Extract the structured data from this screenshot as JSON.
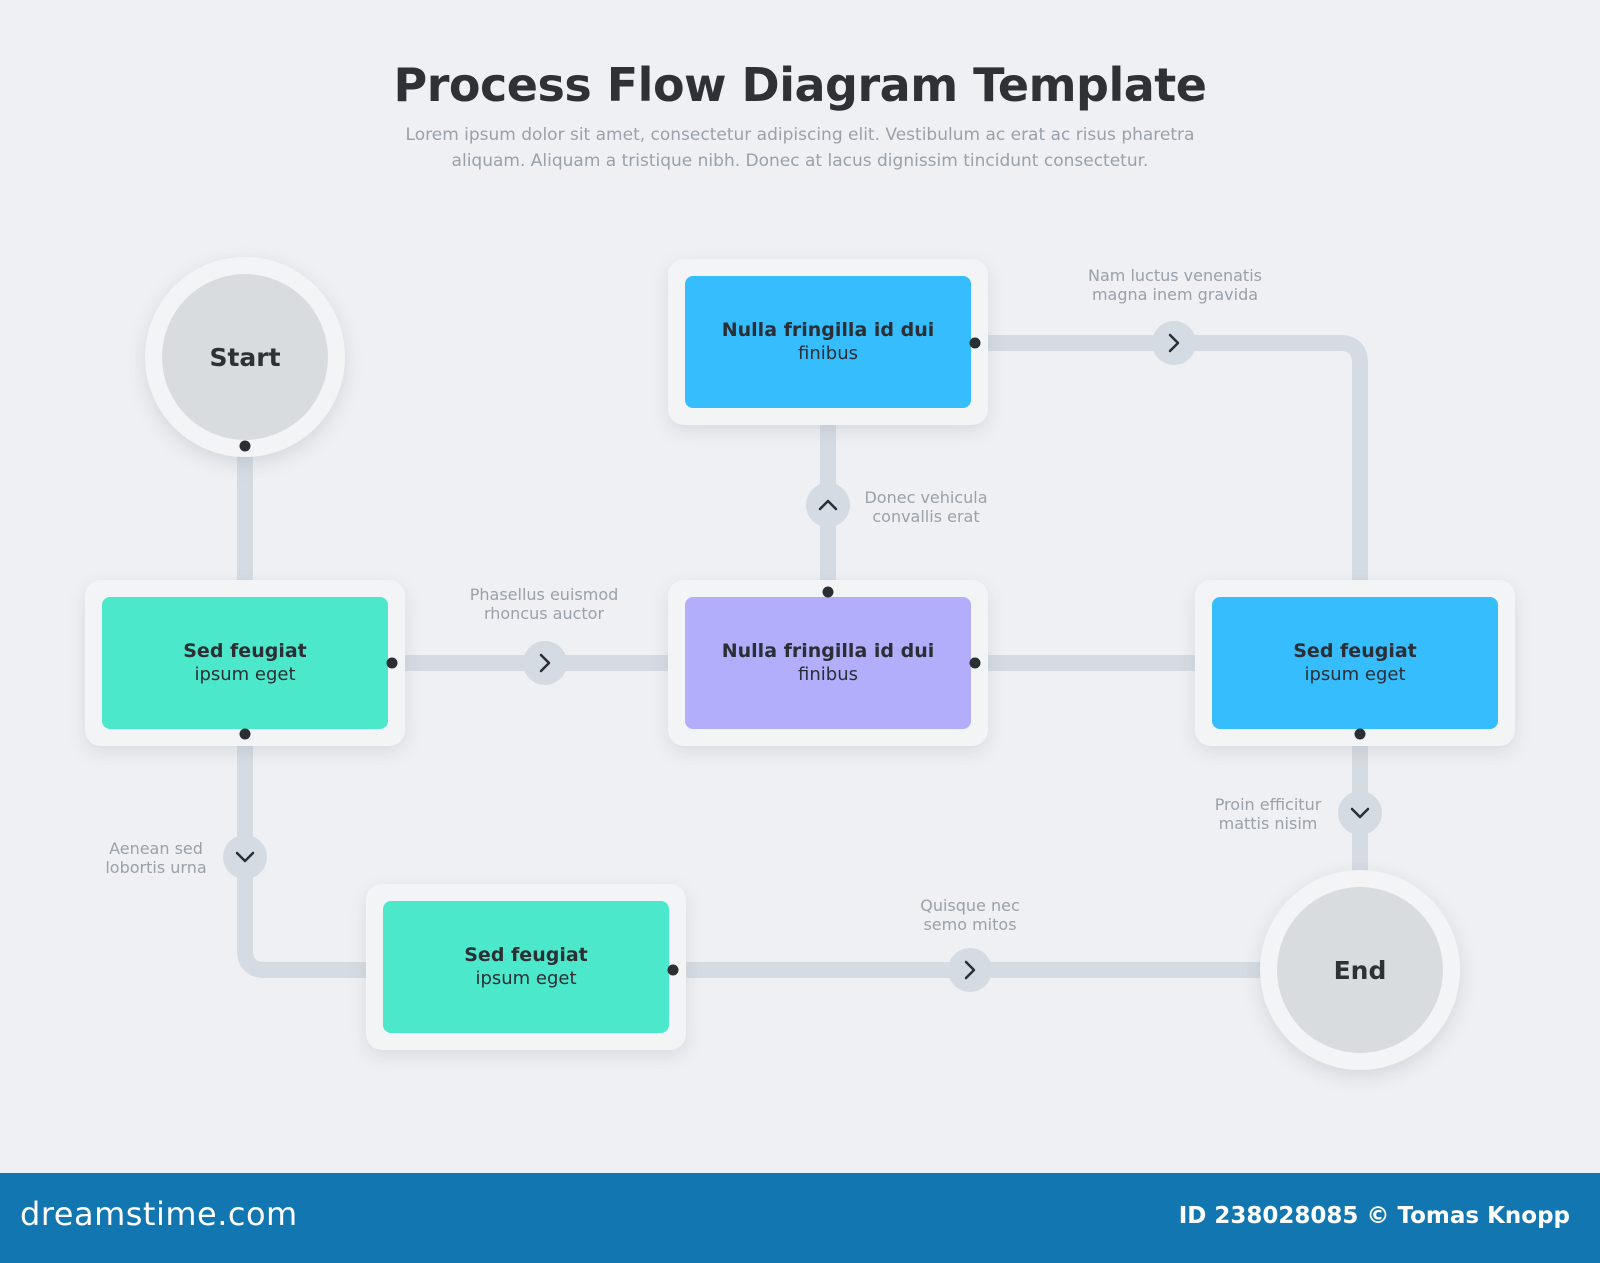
{
  "header": {
    "title": "Process Flow Diagram Template",
    "subtitle_line1": "Lorem ipsum dolor sit amet, consectetur adipiscing elit. Vestibulum ac erat ac risus pharetra",
    "subtitle_line2": "aliquam. Aliquam a tristique nibh. Donec at lacus dignissim tincidunt consectetur."
  },
  "colors": {
    "teal": "#4ce8cc",
    "blue": "#35bdfd",
    "purple": "#b2aefb",
    "connector": "#d5dbe2",
    "dot": "#2b2e33"
  },
  "nodes": {
    "start": "Start",
    "end": "End",
    "step1": {
      "title": "Sed feugiat",
      "sub": "ipsum eget"
    },
    "step2": {
      "title": "Nulla fringilla id dui",
      "sub": "finibus"
    },
    "step3": {
      "title": "Nulla fringilla id dui",
      "sub": "finibus"
    },
    "step4": {
      "title": "Sed feugiat",
      "sub": "ipsum eget"
    },
    "step5": {
      "title": "Sed feugiat",
      "sub": "ipsum eget"
    }
  },
  "labels": {
    "l1a": "Phasellus euismod",
    "l1b": "rhoncus auctor",
    "l2a": "Donec vehicula",
    "l2b": "convallis erat",
    "l3a": "Nam luctus venenatis",
    "l3b": "magna inem gravida",
    "l4a": "Aenean sed",
    "l4b": "lobortis urna",
    "l5a": "Quisque nec",
    "l5b": "semo mitos",
    "l6a": "Proin efficitur",
    "l6b": "mattis nisim"
  },
  "footer": {
    "logo": "dreamstime.com",
    "credit": "ID 238028085 © Tomas Knopp"
  }
}
